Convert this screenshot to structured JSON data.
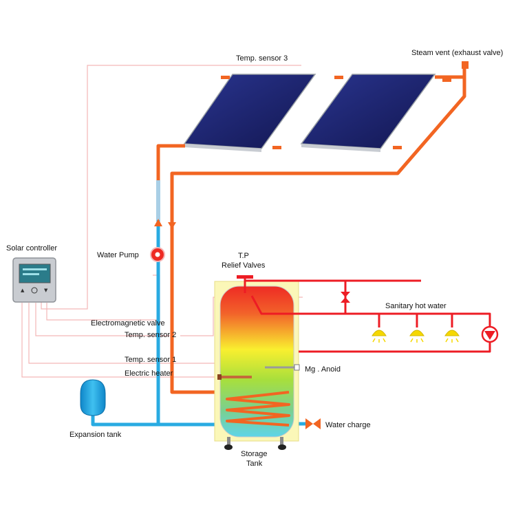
{
  "labels": {
    "temp_sensor_3": "Temp. sensor 3",
    "steam_vent": "Steam vent (exhaust valve)",
    "solar_controller": "Solar controller",
    "water_pump": "Water Pump",
    "tp_relief_line1": "T.P",
    "tp_relief_line2": "Relief Valves",
    "sanitary_hot_water": "Sanitary hot water",
    "electromagnetic_valve": "Electromagnetic valve",
    "temp_sensor_2": "Temp. sensor 2",
    "temp_sensor_1": "Temp. sensor 1",
    "electric_heater": "Electric heater",
    "mg_anode": "Mg . Anoid",
    "expansion_tank": "Expansion tank",
    "water_charge": "Water charge",
    "storage_tank_line1": "Storage",
    "storage_tank_line2": "Tank"
  },
  "colors": {
    "hot_pipe": "#f26522",
    "cold_pipe": "#29abe2",
    "hot_water_pipe": "#ed1c24",
    "sensor_wire": "#f4b6b6",
    "panel_fill": "#1a1f6e",
    "tank_top": "#ee2b24",
    "tank_mid": "#f9ef2f",
    "tank_bottom": "#5ed5e8",
    "tank_casing": "#fbf7b8",
    "controller_body": "#c9ccd1",
    "controller_screen": "#2b7c8a",
    "lamp": "#f5d800"
  },
  "icons": [
    "solar-panel-icon",
    "controller-icon",
    "pump-icon",
    "lamp-icon",
    "circulation-pump-icon",
    "valve-icon",
    "expansion-tank-icon"
  ]
}
